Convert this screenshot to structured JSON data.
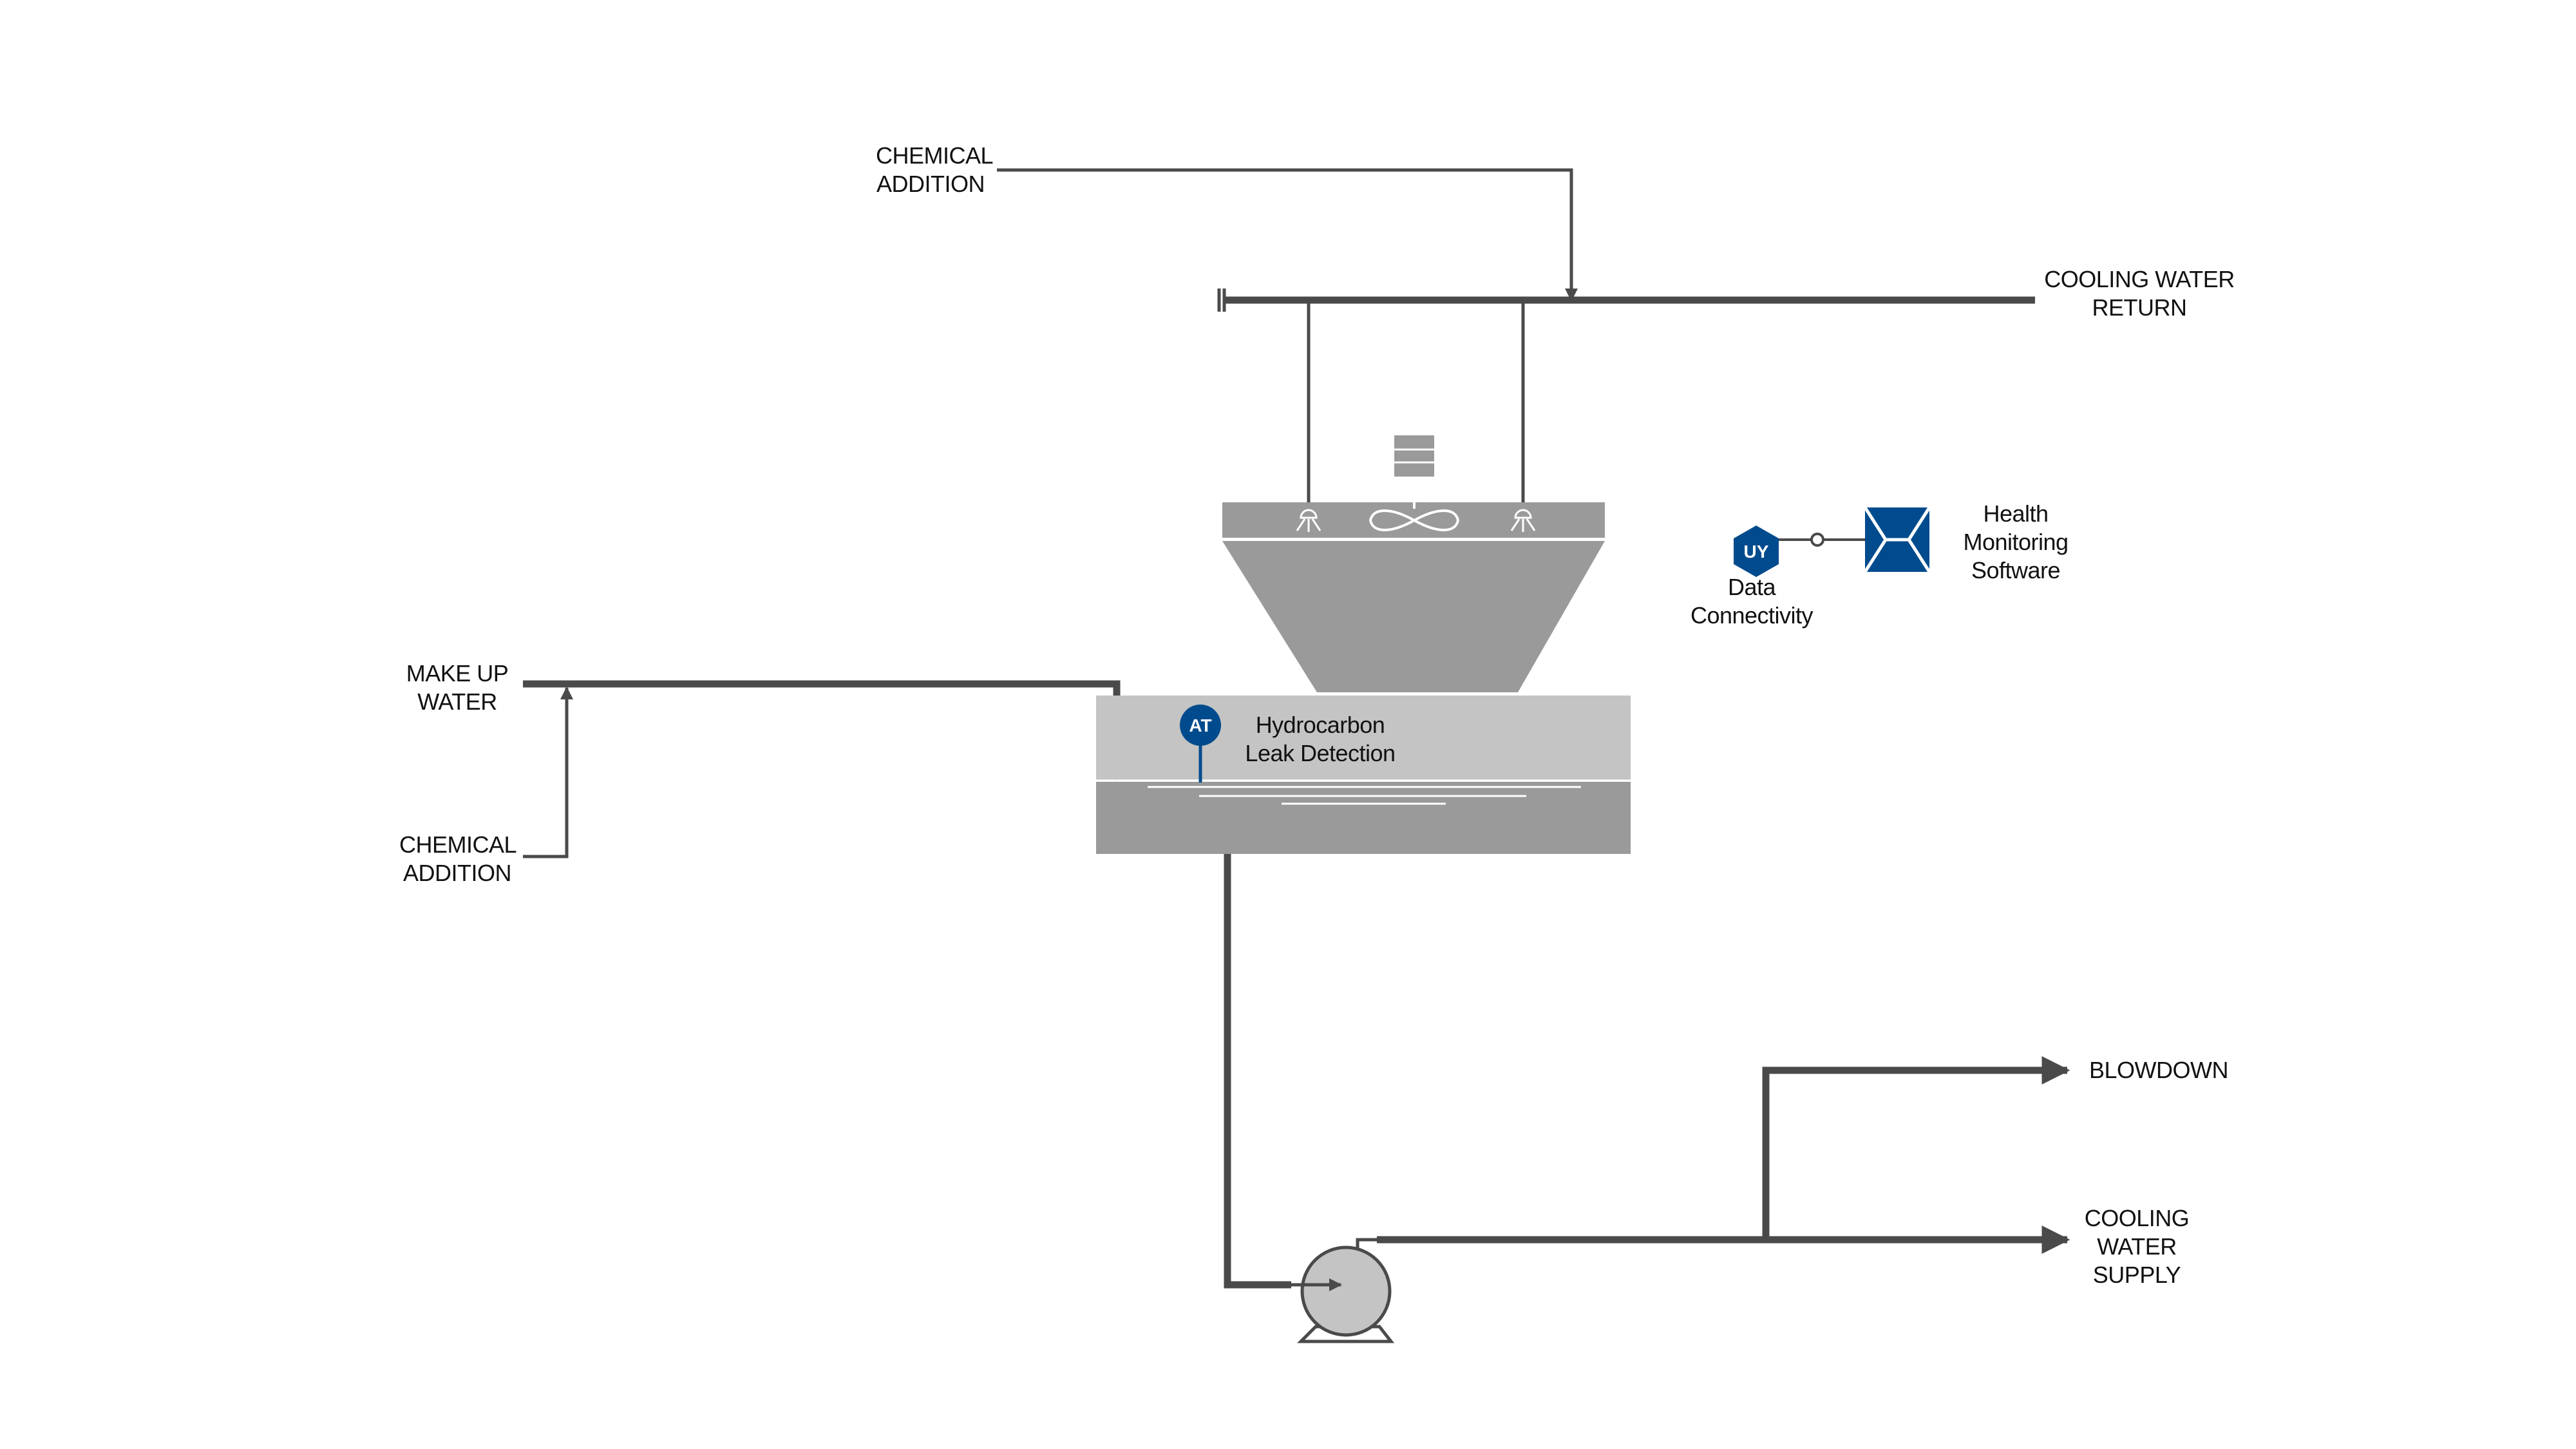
{
  "colors": {
    "pipe": "#4a4a4a",
    "equipment_dark": "#9a9a9a",
    "equipment_light": "#c4c4c4",
    "accent_blue": "#004b8d"
  },
  "labels": {
    "chemical_addition_top": [
      "CHEMICAL",
      "ADDITION"
    ],
    "cooling_water_return": [
      "COOLING WATER",
      "RETURN"
    ],
    "make_up_water": [
      "MAKE UP",
      "WATER"
    ],
    "chemical_addition_left": [
      "CHEMICAL",
      "ADDITION"
    ],
    "blowdown": "BLOWDOWN",
    "cooling_water_supply": [
      "COOLING",
      "WATER",
      "SUPPLY"
    ],
    "hydrocarbon_leak": [
      "Hydrocarbon",
      "Leak Detection"
    ],
    "data_connectivity": [
      "Data",
      "Connectivity"
    ],
    "health_monitoring": [
      "Health",
      "Monitoring",
      "Software"
    ]
  },
  "instruments": {
    "analyzer_tag": "AT",
    "connectivity_tag": "UY"
  },
  "icons": {
    "fan": "fan-icon",
    "fan_motor": "fan-motor-icon",
    "spray_nozzle": "spray-nozzle-icon",
    "pump": "pump-icon",
    "software": "health-monitoring-software-icon"
  }
}
